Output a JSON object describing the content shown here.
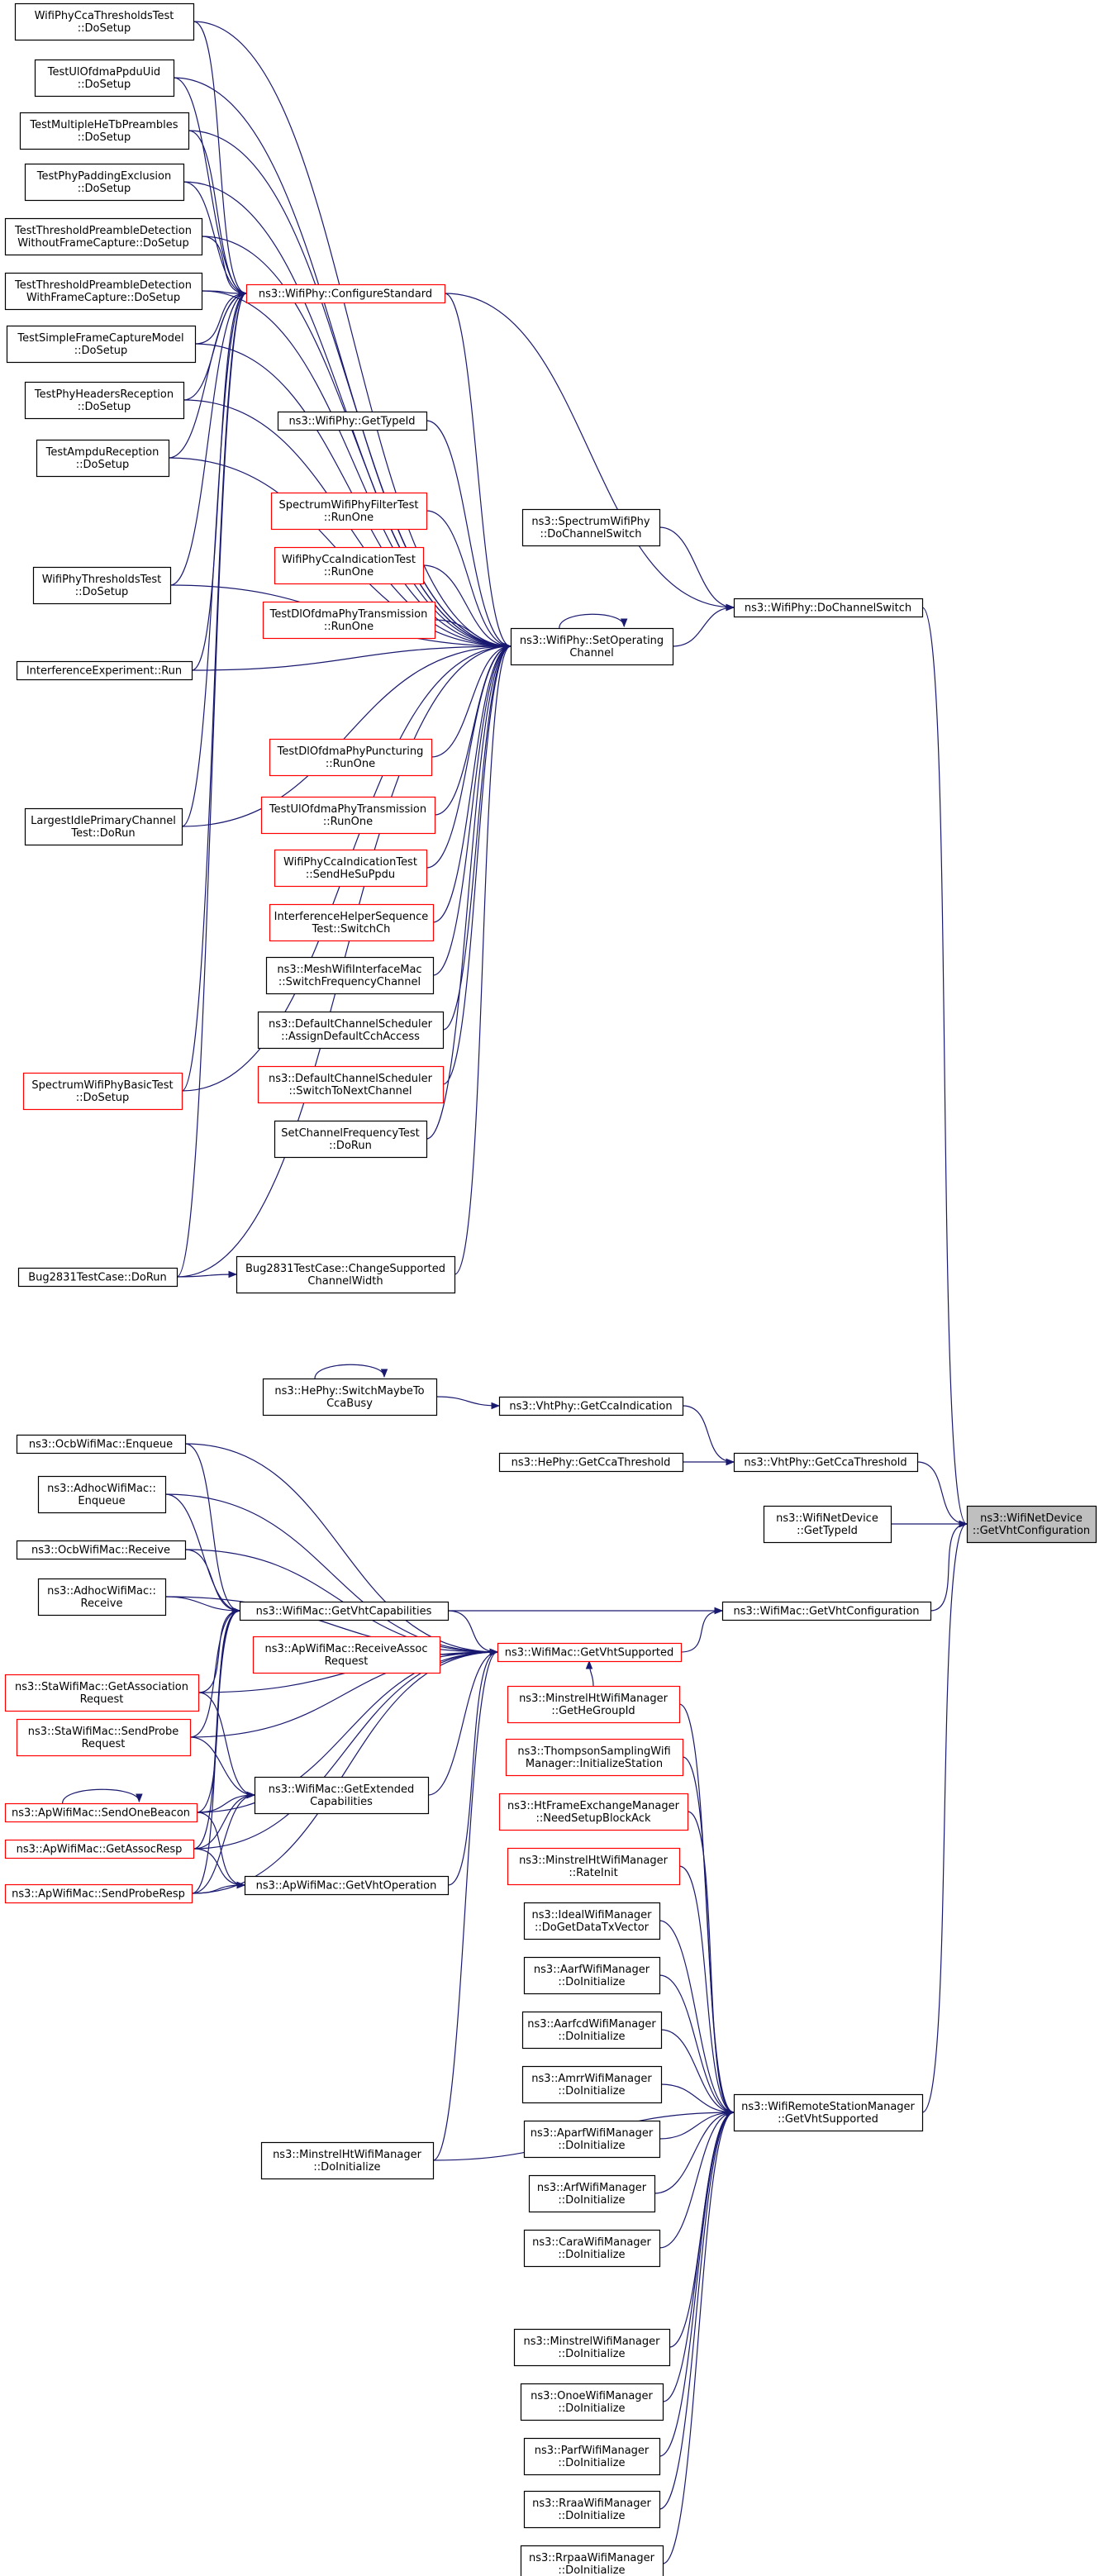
{
  "nodes": [
    {
      "id": "n_cca_thresh",
      "lines": [
        "WifiPhyCcaThresholdsTest",
        "::DoSetup"
      ],
      "color": "black"
    },
    {
      "id": "n_ulofdma_ppduid",
      "lines": [
        "TestUlOfdmaPpduUid",
        "::DoSetup"
      ],
      "color": "black"
    },
    {
      "id": "n_multiple_hetb",
      "lines": [
        "TestMultipleHeTbPreambles",
        "::DoSetup"
      ],
      "color": "black"
    },
    {
      "id": "n_phy_padding",
      "lines": [
        "TestPhyPaddingExclusion",
        "::DoSetup"
      ],
      "color": "black"
    },
    {
      "id": "n_thresh_without",
      "lines": [
        "TestThresholdPreambleDetection",
        "WithoutFrameCapture::DoSetup"
      ],
      "color": "black"
    },
    {
      "id": "n_thresh_with",
      "lines": [
        "TestThresholdPreambleDetection",
        "WithFrameCapture::DoSetup"
      ],
      "color": "black"
    },
    {
      "id": "n_configure_std",
      "lines": [
        "ns3::WifiPhy::ConfigureStandard"
      ],
      "color": "red"
    },
    {
      "id": "n_simple_capture",
      "lines": [
        "TestSimpleFrameCaptureModel",
        "::DoSetup"
      ],
      "color": "black"
    },
    {
      "id": "n_phy_headers",
      "lines": [
        "TestPhyHeadersReception",
        "::DoSetup"
      ],
      "color": "black"
    },
    {
      "id": "n_get_typeid_phy",
      "lines": [
        "ns3::WifiPhy::GetTypeId"
      ],
      "color": "black"
    },
    {
      "id": "n_ampdu_recv",
      "lines": [
        "TestAmpduReception",
        "::DoSetup"
      ],
      "color": "black"
    },
    {
      "id": "n_spectrum_filter",
      "lines": [
        "SpectrumWifiPhyFilterTest",
        "::RunOne"
      ],
      "color": "red"
    },
    {
      "id": "n_spectrum_dochan",
      "lines": [
        "ns3::SpectrumWifiPhy",
        "::DoChannelSwitch"
      ],
      "color": "black"
    },
    {
      "id": "n_cca_ind_runone",
      "lines": [
        "WifiPhyCcaIndicationTest",
        "::RunOne"
      ],
      "color": "red"
    },
    {
      "id": "n_phy_thresholds",
      "lines": [
        "WifiPhyThresholdsTest",
        "::DoSetup"
      ],
      "color": "black"
    },
    {
      "id": "n_dlofdma_trans",
      "lines": [
        "TestDlOfdmaPhyTransmission",
        "::RunOne"
      ],
      "color": "red"
    },
    {
      "id": "n_set_op_channel",
      "lines": [
        "ns3::WifiPhy::SetOperating",
        "Channel"
      ],
      "color": "black"
    },
    {
      "id": "n_wifiphy_dochan",
      "lines": [
        "ns3::WifiPhy::DoChannelSwitch"
      ],
      "color": "black"
    },
    {
      "id": "n_interference_run",
      "lines": [
        "InterferenceExperiment::Run"
      ],
      "color": "black"
    },
    {
      "id": "n_dlofdma_punct",
      "lines": [
        "TestDlOfdmaPhyPuncturing",
        "::RunOne"
      ],
      "color": "red"
    },
    {
      "id": "n_largest_idle",
      "lines": [
        "LargestIdlePrimaryChannel",
        "Test::DoRun"
      ],
      "color": "black"
    },
    {
      "id": "n_ulofdma_trans",
      "lines": [
        "TestUlOfdmaPhyTransmission",
        "::RunOne"
      ],
      "color": "red"
    },
    {
      "id": "n_cca_send_he",
      "lines": [
        "WifiPhyCcaIndicationTest",
        "::SendHeSuPpdu"
      ],
      "color": "red"
    },
    {
      "id": "n_interf_helper",
      "lines": [
        "InterferenceHelperSequence",
        "Test::SwitchCh"
      ],
      "color": "red"
    },
    {
      "id": "n_mesh_switch",
      "lines": [
        "ns3::MeshWifiInterfaceMac",
        "::SwitchFrequencyChannel"
      ],
      "color": "black"
    },
    {
      "id": "n_def_sched_assign",
      "lines": [
        "ns3::DefaultChannelScheduler",
        "::AssignDefaultCchAccess"
      ],
      "color": "black"
    },
    {
      "id": "n_spectrum_basic",
      "lines": [
        "SpectrumWifiPhyBasicTest",
        "::DoSetup"
      ],
      "color": "red"
    },
    {
      "id": "n_def_sched_next",
      "lines": [
        "ns3::DefaultChannelScheduler",
        "::SwitchToNextChannel"
      ],
      "color": "red"
    },
    {
      "id": "n_set_chan_freq",
      "lines": [
        "SetChannelFrequencyTest",
        "::DoRun"
      ],
      "color": "black"
    },
    {
      "id": "n_bug_dorun",
      "lines": [
        "Bug2831TestCase::DoRun"
      ],
      "color": "black"
    },
    {
      "id": "n_bug_change",
      "lines": [
        "Bug2831TestCase::ChangeSupported",
        "ChannelWidth"
      ],
      "color": "black"
    },
    {
      "id": "n_hephy_switch",
      "lines": [
        "ns3::HePhy::SwitchMaybeTo",
        "CcaBusy"
      ],
      "color": "black"
    },
    {
      "id": "n_vht_get_cca_ind",
      "lines": [
        "ns3::VhtPhy::GetCcaIndication"
      ],
      "color": "black"
    },
    {
      "id": "n_ocb_enqueue",
      "lines": [
        "ns3::OcbWifiMac::Enqueue"
      ],
      "color": "black"
    },
    {
      "id": "n_hephy_get_cca",
      "lines": [
        "ns3::HePhy::GetCcaThreshold"
      ],
      "color": "black"
    },
    {
      "id": "n_vht_get_cca",
      "lines": [
        "ns3::VhtPhy::GetCcaThreshold"
      ],
      "color": "black"
    },
    {
      "id": "n_adhoc_enqueue",
      "lines": [
        "ns3::AdhocWifiMac::",
        "Enqueue"
      ],
      "color": "black"
    },
    {
      "id": "n_netdev_typeid",
      "lines": [
        "ns3::WifiNetDevice",
        "::GetTypeId"
      ],
      "color": "black"
    },
    {
      "id": "n_netdev_getvht",
      "lines": [
        "ns3::WifiNetDevice",
        "::GetVhtConfiguration"
      ],
      "color": "root"
    },
    {
      "id": "n_ocb_receive",
      "lines": [
        "ns3::OcbWifiMac::Receive"
      ],
      "color": "black"
    },
    {
      "id": "n_adhoc_receive",
      "lines": [
        "ns3::AdhocWifiMac::",
        "Receive"
      ],
      "color": "black"
    },
    {
      "id": "n_mac_get_vht_caps",
      "lines": [
        "ns3::WifiMac::GetVhtCapabilities"
      ],
      "color": "black"
    },
    {
      "id": "n_mac_get_vht_conf",
      "lines": [
        "ns3::WifiMac::GetVhtConfiguration"
      ],
      "color": "black"
    },
    {
      "id": "n_ap_receive_assoc",
      "lines": [
        "ns3::ApWifiMac::ReceiveAssoc",
        "Request"
      ],
      "color": "red"
    },
    {
      "id": "n_mac_get_vht_supp",
      "lines": [
        "ns3::WifiMac::GetVhtSupported"
      ],
      "color": "red"
    },
    {
      "id": "n_sta_get_assoc",
      "lines": [
        "ns3::StaWifiMac::GetAssociation",
        "Request"
      ],
      "color": "red"
    },
    {
      "id": "n_minstrel_ht_getgroup",
      "lines": [
        "ns3::MinstrelHtWifiManager",
        "::GetHeGroupId"
      ],
      "color": "red"
    },
    {
      "id": "n_sta_send_probe",
      "lines": [
        "ns3::StaWifiMac::SendProbe",
        "Request"
      ],
      "color": "red"
    },
    {
      "id": "n_thompson_init",
      "lines": [
        "ns3::ThompsonSamplingWifi",
        "Manager::InitializeStation"
      ],
      "color": "red"
    },
    {
      "id": "n_mac_get_ext_caps",
      "lines": [
        "ns3::WifiMac::GetExtended",
        "Capabilities"
      ],
      "color": "black"
    },
    {
      "id": "n_ap_send_beacon",
      "lines": [
        "ns3::ApWifiMac::SendOneBeacon"
      ],
      "color": "red"
    },
    {
      "id": "n_ht_frame_exch",
      "lines": [
        "ns3::HtFrameExchangeManager",
        "::NeedSetupBlockAck"
      ],
      "color": "red"
    },
    {
      "id": "n_ap_get_assoc_resp",
      "lines": [
        "ns3::ApWifiMac::GetAssocResp"
      ],
      "color": "red"
    },
    {
      "id": "n_minstrel_ht_rateinit",
      "lines": [
        "ns3::MinstrelHtWifiManager",
        "::RateInit"
      ],
      "color": "red"
    },
    {
      "id": "n_ap_get_vht_op",
      "lines": [
        "ns3::ApWifiMac::GetVhtOperation"
      ],
      "color": "black"
    },
    {
      "id": "n_ap_send_probe_resp",
      "lines": [
        "ns3::ApWifiMac::SendProbeResp"
      ],
      "color": "red"
    },
    {
      "id": "n_ideal_getdata",
      "lines": [
        "ns3::IdealWifiManager",
        "::DoGetDataTxVector"
      ],
      "color": "black"
    },
    {
      "id": "n_aarf_init",
      "lines": [
        "ns3::AarfWifiManager",
        "::DoInitialize"
      ],
      "color": "black"
    },
    {
      "id": "n_aarfcd_init",
      "lines": [
        "ns3::AarfcdWifiManager",
        "::DoInitialize"
      ],
      "color": "black"
    },
    {
      "id": "n_amrr_init",
      "lines": [
        "ns3::AmrrWifiManager",
        "::DoInitialize"
      ],
      "color": "black"
    },
    {
      "id": "n_rsm_get_vht",
      "lines": [
        "ns3::WifiRemoteStationManager",
        "::GetVhtSupported"
      ],
      "color": "black"
    },
    {
      "id": "n_aparf_init",
      "lines": [
        "ns3::AparfWifiManager",
        "::DoInitialize"
      ],
      "color": "black"
    },
    {
      "id": "n_minstrel_ht_init",
      "lines": [
        "ns3::MinstrelHtWifiManager",
        "::DoInitialize"
      ],
      "color": "black"
    },
    {
      "id": "n_arf_init",
      "lines": [
        "ns3::ArfWifiManager",
        "::DoInitialize"
      ],
      "color": "black"
    },
    {
      "id": "n_cara_init",
      "lines": [
        "ns3::CaraWifiManager",
        "::DoInitialize"
      ],
      "color": "black"
    },
    {
      "id": "n_minstrel_init",
      "lines": [
        "ns3::MinstrelWifiManager",
        "::DoInitialize"
      ],
      "color": "black"
    },
    {
      "id": "n_onoe_init",
      "lines": [
        "ns3::OnoeWifiManager",
        "::DoInitialize"
      ],
      "color": "black"
    },
    {
      "id": "n_parf_init",
      "lines": [
        "ns3::ParfWifiManager",
        "::DoInitialize"
      ],
      "color": "black"
    },
    {
      "id": "n_rraa_init",
      "lines": [
        "ns3::RraaWifiManager",
        "::DoInitialize"
      ],
      "color": "black"
    },
    {
      "id": "n_rrpaa_init",
      "lines": [
        "ns3::RrpaaWifiManager",
        "::DoInitialize"
      ],
      "color": "black"
    }
  ],
  "edges": [
    [
      "n_cca_thresh",
      "n_configure_std"
    ],
    [
      "n_ulofdma_ppduid",
      "n_configure_std"
    ],
    [
      "n_multiple_hetb",
      "n_configure_std"
    ],
    [
      "n_phy_padding",
      "n_configure_std"
    ],
    [
      "n_thresh_without",
      "n_configure_std"
    ],
    [
      "n_thresh_with",
      "n_configure_std"
    ],
    [
      "n_simple_capture",
      "n_configure_std"
    ],
    [
      "n_phy_headers",
      "n_configure_std"
    ],
    [
      "n_ampdu_recv",
      "n_configure_std"
    ],
    [
      "n_phy_thresholds",
      "n_configure_std"
    ],
    [
      "n_interference_run",
      "n_configure_std"
    ],
    [
      "n_largest_idle",
      "n_configure_std"
    ],
    [
      "n_spectrum_basic",
      "n_configure_std"
    ],
    [
      "n_bug_dorun",
      "n_configure_std"
    ],
    [
      "n_configure_std",
      "n_set_op_channel"
    ],
    [
      "n_cca_thresh",
      "n_set_op_channel"
    ],
    [
      "n_ulofdma_ppduid",
      "n_set_op_channel"
    ],
    [
      "n_multiple_hetb",
      "n_set_op_channel"
    ],
    [
      "n_phy_padding",
      "n_set_op_channel"
    ],
    [
      "n_thresh_without",
      "n_set_op_channel"
    ],
    [
      "n_thresh_with",
      "n_set_op_channel"
    ],
    [
      "n_simple_capture",
      "n_set_op_channel"
    ],
    [
      "n_phy_headers",
      "n_set_op_channel"
    ],
    [
      "n_get_typeid_phy",
      "n_set_op_channel"
    ],
    [
      "n_ampdu_recv",
      "n_set_op_channel"
    ],
    [
      "n_spectrum_filter",
      "n_set_op_channel"
    ],
    [
      "n_cca_ind_runone",
      "n_set_op_channel"
    ],
    [
      "n_phy_thresholds",
      "n_set_op_channel"
    ],
    [
      "n_dlofdma_trans",
      "n_set_op_channel"
    ],
    [
      "n_interference_run",
      "n_set_op_channel"
    ],
    [
      "n_dlofdma_punct",
      "n_set_op_channel"
    ],
    [
      "n_largest_idle",
      "n_set_op_channel"
    ],
    [
      "n_ulofdma_trans",
      "n_set_op_channel"
    ],
    [
      "n_cca_send_he",
      "n_set_op_channel"
    ],
    [
      "n_interf_helper",
      "n_set_op_channel"
    ],
    [
      "n_mesh_switch",
      "n_set_op_channel"
    ],
    [
      "n_def_sched_assign",
      "n_set_op_channel"
    ],
    [
      "n_spectrum_basic",
      "n_set_op_channel"
    ],
    [
      "n_def_sched_next",
      "n_set_op_channel"
    ],
    [
      "n_set_chan_freq",
      "n_set_op_channel"
    ],
    [
      "n_bug_change",
      "n_set_op_channel"
    ],
    [
      "n_bug_dorun",
      "n_set_op_channel"
    ],
    [
      "n_bug_dorun",
      "n_bug_change"
    ],
    [
      "n_set_op_channel",
      "n_set_op_channel"
    ],
    [
      "n_set_op_channel",
      "n_wifiphy_dochan"
    ],
    [
      "n_spectrum_dochan",
      "n_wifiphy_dochan"
    ],
    [
      "n_configure_std",
      "n_wifiphy_dochan"
    ],
    [
      "n_wifiphy_dochan",
      "n_netdev_getvht"
    ],
    [
      "n_hephy_switch",
      "n_hephy_switch"
    ],
    [
      "n_hephy_switch",
      "n_vht_get_cca_ind"
    ],
    [
      "n_vht_get_cca_ind",
      "n_vht_get_cca"
    ],
    [
      "n_hephy_get_cca",
      "n_vht_get_cca"
    ],
    [
      "n_vht_get_cca",
      "n_netdev_getvht"
    ],
    [
      "n_netdev_typeid",
      "n_netdev_getvht"
    ],
    [
      "n_mac_get_vht_conf",
      "n_netdev_getvht"
    ],
    [
      "n_rsm_get_vht",
      "n_netdev_getvht"
    ],
    [
      "n_ocb_enqueue",
      "n_mac_get_vht_caps"
    ],
    [
      "n_adhoc_enqueue",
      "n_mac_get_vht_caps"
    ],
    [
      "n_ocb_receive",
      "n_mac_get_vht_caps"
    ],
    [
      "n_adhoc_receive",
      "n_mac_get_vht_caps"
    ],
    [
      "n_sta_get_assoc",
      "n_mac_get_vht_caps"
    ],
    [
      "n_sta_send_probe",
      "n_mac_get_vht_caps"
    ],
    [
      "n_ap_send_beacon",
      "n_mac_get_vht_caps"
    ],
    [
      "n_ap_get_assoc_resp",
      "n_mac_get_vht_caps"
    ],
    [
      "n_ap_send_probe_resp",
      "n_mac_get_vht_caps"
    ],
    [
      "n_mac_get_vht_caps",
      "n_mac_get_vht_conf"
    ],
    [
      "n_mac_get_vht_supp",
      "n_mac_get_vht_conf"
    ],
    [
      "n_ocb_enqueue",
      "n_mac_get_vht_supp"
    ],
    [
      "n_adhoc_enqueue",
      "n_mac_get_vht_supp"
    ],
    [
      "n_ocb_receive",
      "n_mac_get_vht_supp"
    ],
    [
      "n_adhoc_receive",
      "n_mac_get_vht_supp"
    ],
    [
      "n_mac_get_vht_caps",
      "n_mac_get_vht_supp"
    ],
    [
      "n_ap_receive_assoc",
      "n_mac_get_vht_supp"
    ],
    [
      "n_sta_get_assoc",
      "n_mac_get_vht_supp"
    ],
    [
      "n_sta_send_probe",
      "n_mac_get_vht_supp"
    ],
    [
      "n_mac_get_ext_caps",
      "n_mac_get_vht_supp"
    ],
    [
      "n_ap_send_beacon",
      "n_mac_get_vht_supp"
    ],
    [
      "n_ap_get_assoc_resp",
      "n_mac_get_vht_supp"
    ],
    [
      "n_ap_get_vht_op",
      "n_mac_get_vht_supp"
    ],
    [
      "n_ap_send_probe_resp",
      "n_mac_get_vht_supp"
    ],
    [
      "n_minstrel_ht_getgroup",
      "n_mac_get_vht_supp"
    ],
    [
      "n_minstrel_ht_init",
      "n_mac_get_vht_supp"
    ],
    [
      "n_sta_get_assoc",
      "n_mac_get_ext_caps"
    ],
    [
      "n_sta_send_probe",
      "n_mac_get_ext_caps"
    ],
    [
      "n_ap_send_beacon",
      "n_mac_get_ext_caps"
    ],
    [
      "n_ap_get_assoc_resp",
      "n_mac_get_ext_caps"
    ],
    [
      "n_ap_send_probe_resp",
      "n_mac_get_ext_caps"
    ],
    [
      "n_ap_send_beacon",
      "n_ap_get_vht_op"
    ],
    [
      "n_ap_get_assoc_resp",
      "n_ap_get_vht_op"
    ],
    [
      "n_ap_send_probe_resp",
      "n_ap_get_vht_op"
    ],
    [
      "n_ap_send_beacon",
      "n_ap_send_beacon"
    ],
    [
      "n_minstrel_ht_getgroup",
      "n_rsm_get_vht"
    ],
    [
      "n_thompson_init",
      "n_rsm_get_vht"
    ],
    [
      "n_ht_frame_exch",
      "n_rsm_get_vht"
    ],
    [
      "n_minstrel_ht_rateinit",
      "n_rsm_get_vht"
    ],
    [
      "n_ideal_getdata",
      "n_rsm_get_vht"
    ],
    [
      "n_aarf_init",
      "n_rsm_get_vht"
    ],
    [
      "n_aarfcd_init",
      "n_rsm_get_vht"
    ],
    [
      "n_amrr_init",
      "n_rsm_get_vht"
    ],
    [
      "n_aparf_init",
      "n_rsm_get_vht"
    ],
    [
      "n_arf_init",
      "n_rsm_get_vht"
    ],
    [
      "n_cara_init",
      "n_rsm_get_vht"
    ],
    [
      "n_minstrel_ht_init",
      "n_rsm_get_vht"
    ],
    [
      "n_minstrel_init",
      "n_rsm_get_vht"
    ],
    [
      "n_onoe_init",
      "n_rsm_get_vht"
    ],
    [
      "n_parf_init",
      "n_rsm_get_vht"
    ],
    [
      "n_rraa_init",
      "n_rsm_get_vht"
    ],
    [
      "n_rrpaa_init",
      "n_rsm_get_vht"
    ]
  ]
}
